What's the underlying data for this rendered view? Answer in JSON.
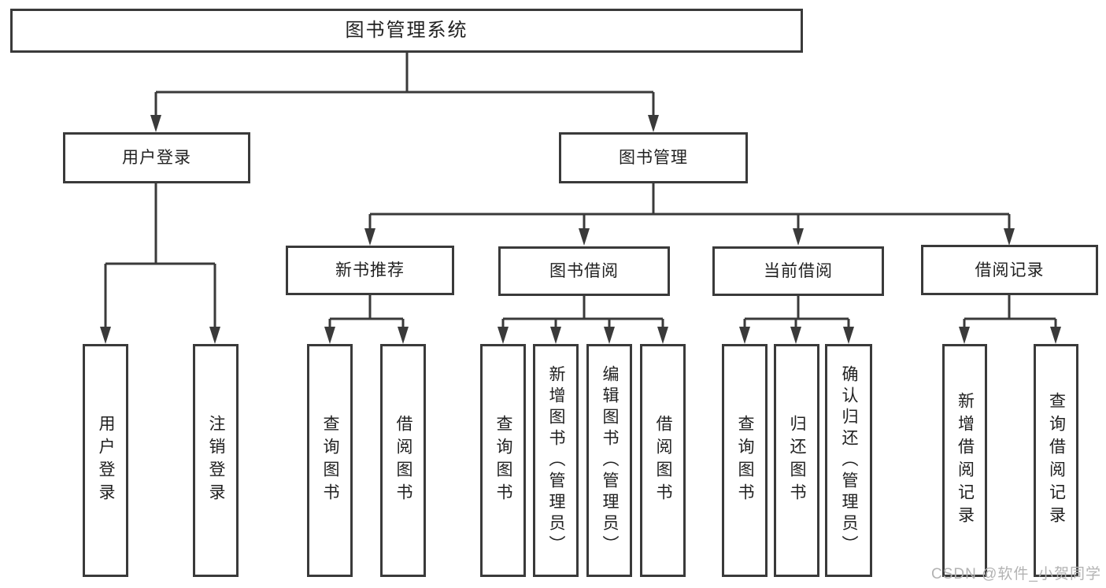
{
  "style": {
    "line_color": "#3a3a3a",
    "text_color": "#212121",
    "watermark_color": "#b3b3b3",
    "background": "#ffffff"
  },
  "watermark": {
    "text": "CSDN @软件_小贺同学"
  },
  "tree": {
    "root": {
      "label": "图书管理系统"
    },
    "login": {
      "label": "用户登录",
      "children": [
        {
          "label": "用户登录"
        },
        {
          "label": "注销登录"
        }
      ]
    },
    "management": {
      "label": "图书管理",
      "groups": [
        {
          "label": "新书推荐",
          "children": [
            {
              "label": "查询图书"
            },
            {
              "label": "借阅图书"
            }
          ]
        },
        {
          "label": "图书借阅",
          "children": [
            {
              "label": "查询图书"
            },
            {
              "label": "新增图书（管理员）"
            },
            {
              "label": "编辑图书（管理员）"
            },
            {
              "label": "借阅图书"
            }
          ]
        },
        {
          "label": "当前借阅",
          "children": [
            {
              "label": "查询图书"
            },
            {
              "label": "归还图书"
            },
            {
              "label": "确认归还（管理员）"
            }
          ]
        },
        {
          "label": "借阅记录",
          "children": [
            {
              "label": "新增借阅记录"
            },
            {
              "label": "查询借阅记录"
            }
          ]
        }
      ]
    }
  }
}
